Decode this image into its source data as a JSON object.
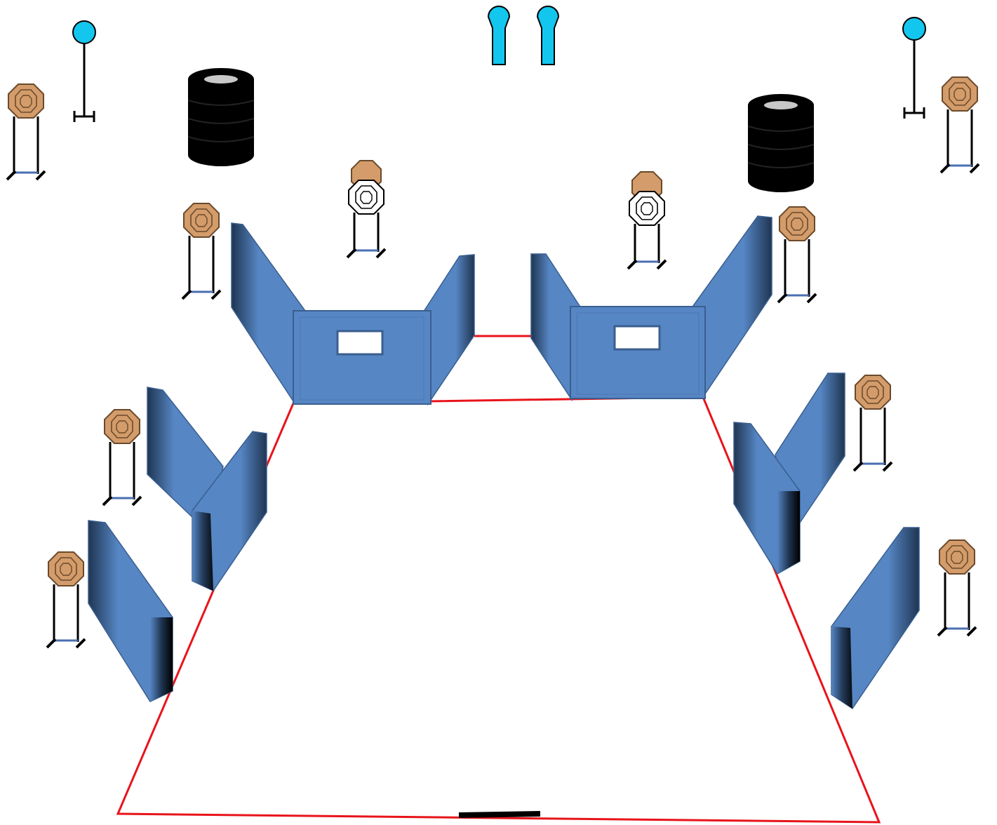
{
  "stage": {
    "colors": {
      "fault_line": "#e8141b",
      "start_bar": "#000000",
      "wall_face": "#5686c4",
      "wall_dark": "#1f3552",
      "wall_outline": "#3a5f8f",
      "paper_target": "#d39c6a",
      "paper_target_ring": "#6b4a2c",
      "no_shoot": "#ffffff",
      "steel_popper": "#13c6ee",
      "barrel": "#000000",
      "barrel_top": "#c8c8c8",
      "stand": "#000000",
      "stand_base": "#4a6fb0"
    },
    "icons": {
      "paper_target": "ipsc-octagon-target-icon",
      "no_shoot": "white-no-shoot-target-icon",
      "steel_plate": "round-steel-plate-icon",
      "steel_popper": "mini-popper-icon",
      "barrel_stack": "tire-stack-icon",
      "wall": "barricade-wall-icon"
    },
    "counts": {
      "paper_targets": 10,
      "no_shoot_targets": 2,
      "steel_plates": 2,
      "steel_poppers": 2,
      "barrel_stacks": 2
    }
  }
}
